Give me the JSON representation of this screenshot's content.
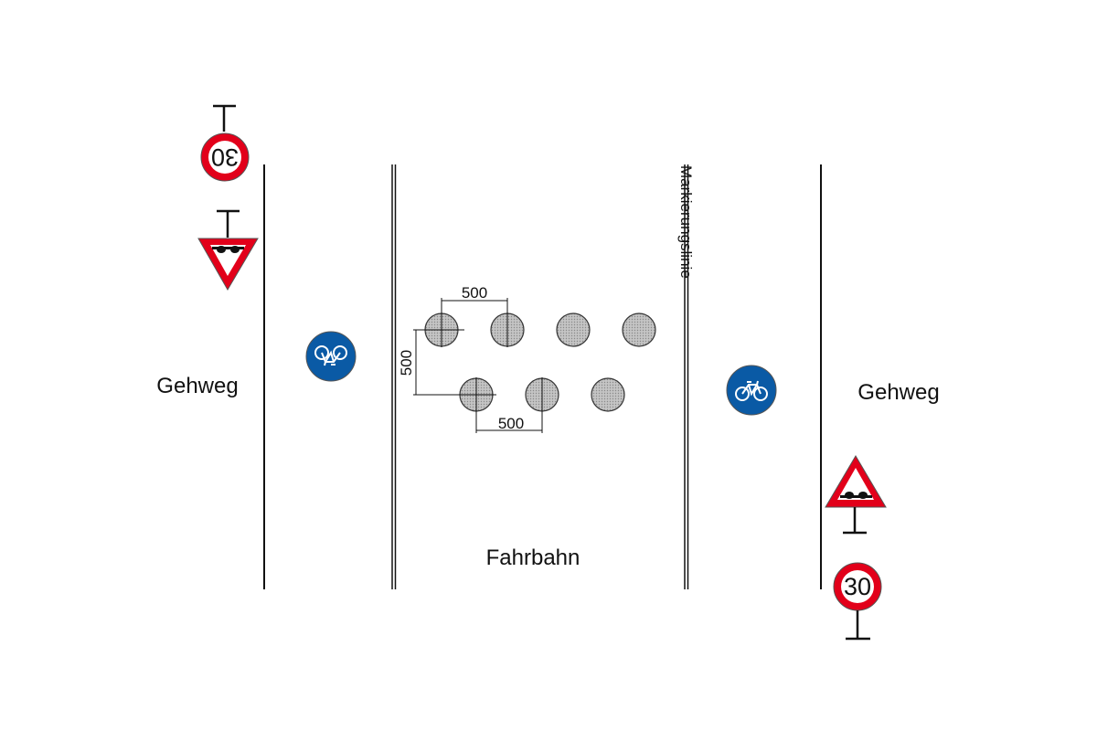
{
  "labels": {
    "left_area": "Gehweg",
    "right_area": "Gehweg",
    "road": "Fahrbahn",
    "marking_line": "Markierungslinie"
  },
  "dimensions": {
    "top_spacing": "500",
    "bottom_spacing": "500",
    "row_spacing": "500"
  },
  "signs": {
    "speed_limit_left": "30",
    "speed_limit_right": "30"
  },
  "colors": {
    "sign_red": "#e2001a",
    "sign_blue": "#0a5aa5",
    "bump_fill": "#bdbdbd",
    "line": "#111111"
  }
}
